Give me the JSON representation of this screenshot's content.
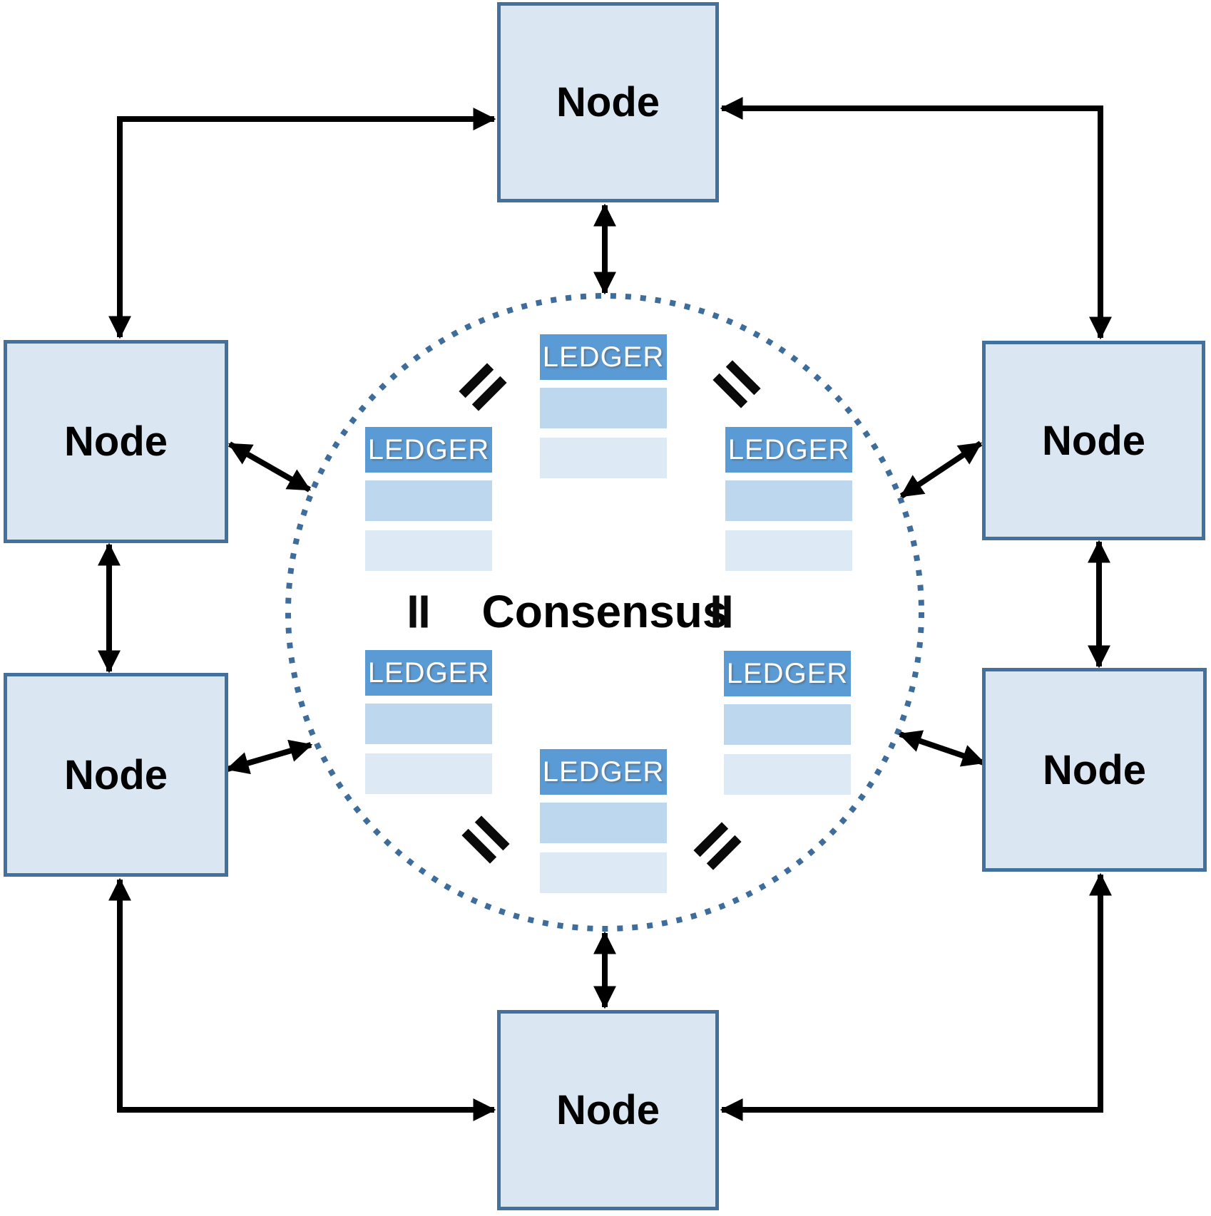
{
  "diagram": {
    "center_label": "Consensus",
    "equality_symbol": "=",
    "nodes": [
      {
        "id": "top",
        "label": "Node"
      },
      {
        "id": "left-upper",
        "label": "Node"
      },
      {
        "id": "right-upper",
        "label": "Node"
      },
      {
        "id": "left-lower",
        "label": "Node"
      },
      {
        "id": "right-lower",
        "label": "Node"
      },
      {
        "id": "bottom",
        "label": "Node"
      }
    ],
    "ledgers": [
      {
        "id": "top",
        "label": "LEDGER"
      },
      {
        "id": "upper-left",
        "label": "LEDGER"
      },
      {
        "id": "upper-right",
        "label": "LEDGER"
      },
      {
        "id": "lower-left",
        "label": "LEDGER"
      },
      {
        "id": "lower-right",
        "label": "LEDGER"
      },
      {
        "id": "bottom",
        "label": "LEDGER"
      }
    ],
    "colors": {
      "node_fill": "#dbe6f3",
      "node_border": "#41719c",
      "ledger_header": "#5b9bd5",
      "ledger_row_medium": "#bdd7ee",
      "ledger_row_light": "#dee9f6",
      "consensus_circle": "#3e6d9c",
      "arrow": "#000000",
      "text": "#000000"
    }
  }
}
